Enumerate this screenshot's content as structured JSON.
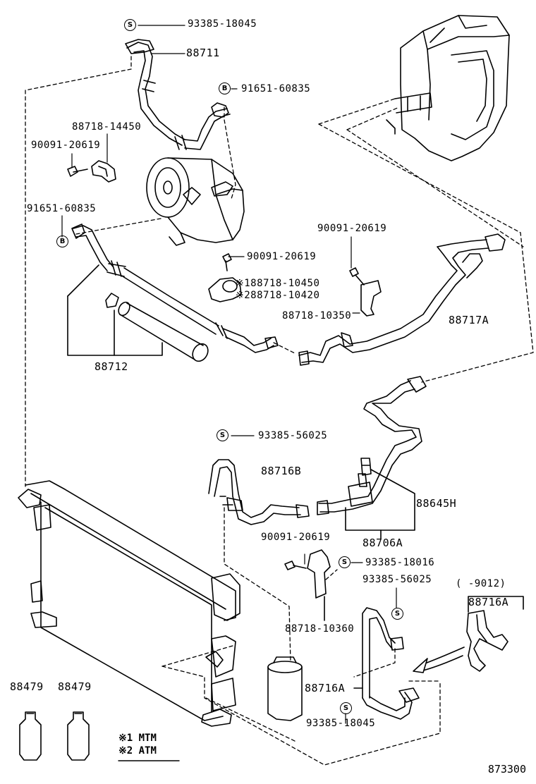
{
  "labels": {
    "p_93385_18045_top": "93385-18045",
    "p_88711": "88711",
    "p_91651_60835_top": "91651-60835",
    "p_88718_14450": "88718-14450",
    "p_90091_20619_a": "90091-20619",
    "p_91651_60835_left": "91651-60835",
    "p_90091_20619_b": "90091-20619",
    "p_90091_20619_c": "90091-20619",
    "p_188718_10450": "※188718-10450",
    "p_288718_10420": "※288718-10420",
    "p_88718_10350": "88718-10350",
    "p_88717A": "88717A",
    "p_88712": "88712",
    "p_93385_56025_a": "93385-56025",
    "p_88716B": "88716B",
    "p_88645H": "88645H",
    "p_88706A": "88706A",
    "p_90091_20619_d": "90091-20619",
    "p_93385_18016": "93385-18016",
    "p_93385_56025_b": "93385-56025",
    "p_9012": "(      -9012)",
    "p_88716A_right": "88716A",
    "p_88718_10360": "88718-10360",
    "p_88716A_mid": "88716A",
    "p_88479_a": "88479",
    "p_88479_b": "88479",
    "p_93385_18045_bottom": "93385-18045"
  },
  "badges": {
    "s": "S",
    "b": "B"
  },
  "legend": {
    "line1": "※1 MTM",
    "line2": "※2 ATM"
  },
  "diagram_code": "873300"
}
